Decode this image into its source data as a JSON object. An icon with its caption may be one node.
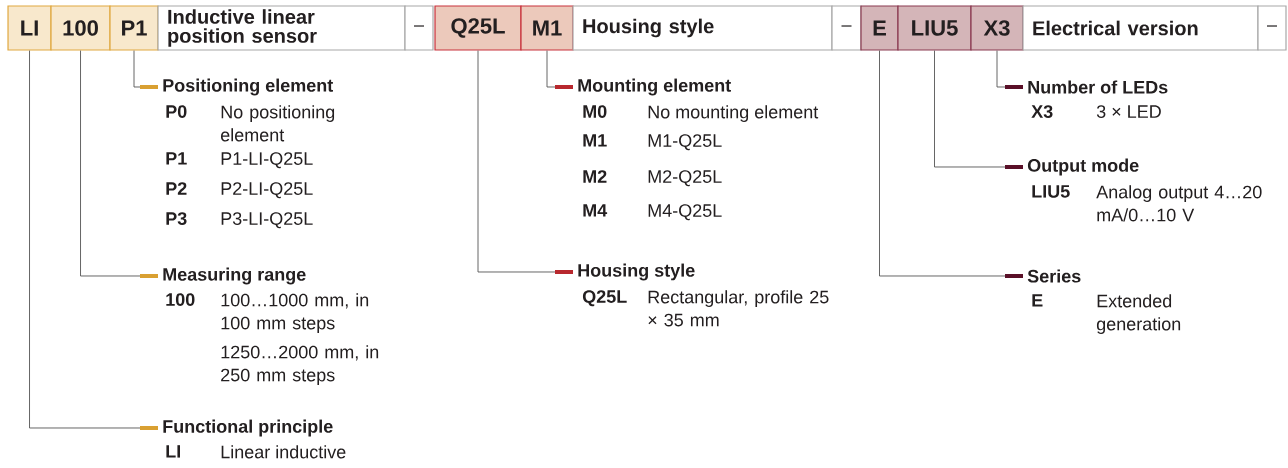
{
  "diagram": {
    "nodes": [
      {
        "text": [
          "LI"
        ]
      },
      {
        "text": [
          "100"
        ]
      },
      {
        "text": [
          "P1"
        ]
      },
      {
        "text": [
          "Inductive linear position sensor"
        ]
      },
      {
        "text": [
          "–"
        ]
      },
      {
        "text": [
          "Q25L"
        ]
      },
      {
        "text": [
          "M1"
        ]
      },
      {
        "text": [
          "Housing style"
        ]
      },
      {
        "text": [
          "–"
        ]
      },
      {
        "text": [
          "E"
        ]
      },
      {
        "text": [
          "LIU5"
        ]
      },
      {
        "text": [
          "X3"
        ]
      },
      {
        "text": [
          "Electrical version"
        ]
      },
      {
        "text": [
          "–"
        ]
      },
      {
        "text": [
          "Positioning element"
        ]
      },
      {
        "text": [
          "Measuring range"
        ]
      },
      {
        "text": [
          "Functional principle"
        ]
      },
      {
        "text": [
          "Mounting element"
        ]
      },
      {
        "text": [
          "Housing style"
        ]
      },
      {
        "text": [
          "Number of LEDs"
        ]
      },
      {
        "text": [
          "Output mode"
        ]
      },
      {
        "text": [
          "Series"
        ]
      }
    ],
    "edges": [
      {
        "from": 2,
        "to": 14,
        "arrow": "none"
      },
      {
        "from": 1,
        "to": 15,
        "arrow": "none"
      },
      {
        "from": 0,
        "to": 16,
        "arrow": "none"
      },
      {
        "from": 6,
        "to": 17,
        "arrow": "none"
      },
      {
        "from": 5,
        "to": 18,
        "arrow": "none"
      },
      {
        "from": 11,
        "to": 19,
        "arrow": "none"
      },
      {
        "from": 10,
        "to": 20,
        "arrow": "none"
      },
      {
        "from": 9,
        "to": 21,
        "arrow": "none"
      }
    ],
    "labels": [
      "P0",
      "No positioning element",
      "P1",
      "P1-LI-Q25L",
      "P2",
      "P2-LI-Q25L",
      "P3",
      "P3-LI-Q25L",
      "100",
      "100…1000 mm, in 100 mm steps",
      "1250…2000 mm, in 250 mm steps",
      "LI",
      "Linear inductive",
      "M0",
      "No mounting element",
      "M1",
      "M1-Q25L",
      "M2",
      "M2-Q25L",
      "M4",
      "M4-Q25L",
      "Q25L",
      "Rectangular, profile 25 × 35 mm",
      "X3",
      "3 × LED",
      "LIU5",
      "Analog output 4…20 mA/0…10 V",
      "E",
      "Extended generation"
    ]
  }
}
